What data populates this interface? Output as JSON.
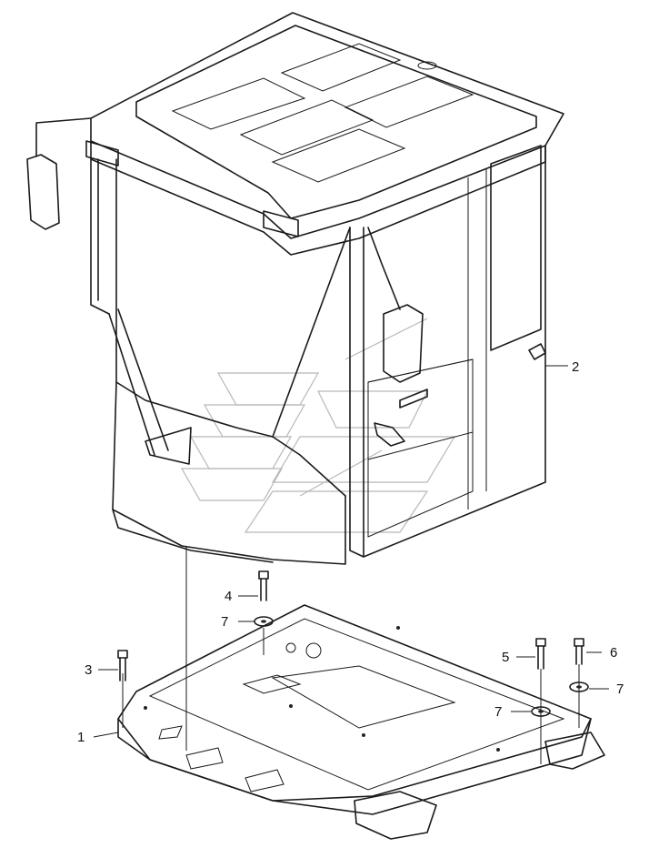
{
  "diagram": {
    "type": "exploded-parts-view",
    "colors": {
      "line": "#1a1a1a",
      "watermark": "#b8b8b8",
      "background": "#ffffff"
    },
    "callouts": [
      {
        "id": "callout-1",
        "number": "1"
      },
      {
        "id": "callout-2",
        "number": "2"
      },
      {
        "id": "callout-3",
        "number": "3"
      },
      {
        "id": "callout-4",
        "number": "4"
      },
      {
        "id": "callout-5",
        "number": "5"
      },
      {
        "id": "callout-6",
        "number": "6"
      },
      {
        "id": "callout-7a",
        "number": "7"
      },
      {
        "id": "callout-7b",
        "number": "7"
      },
      {
        "id": "callout-7c",
        "number": "7"
      }
    ]
  }
}
